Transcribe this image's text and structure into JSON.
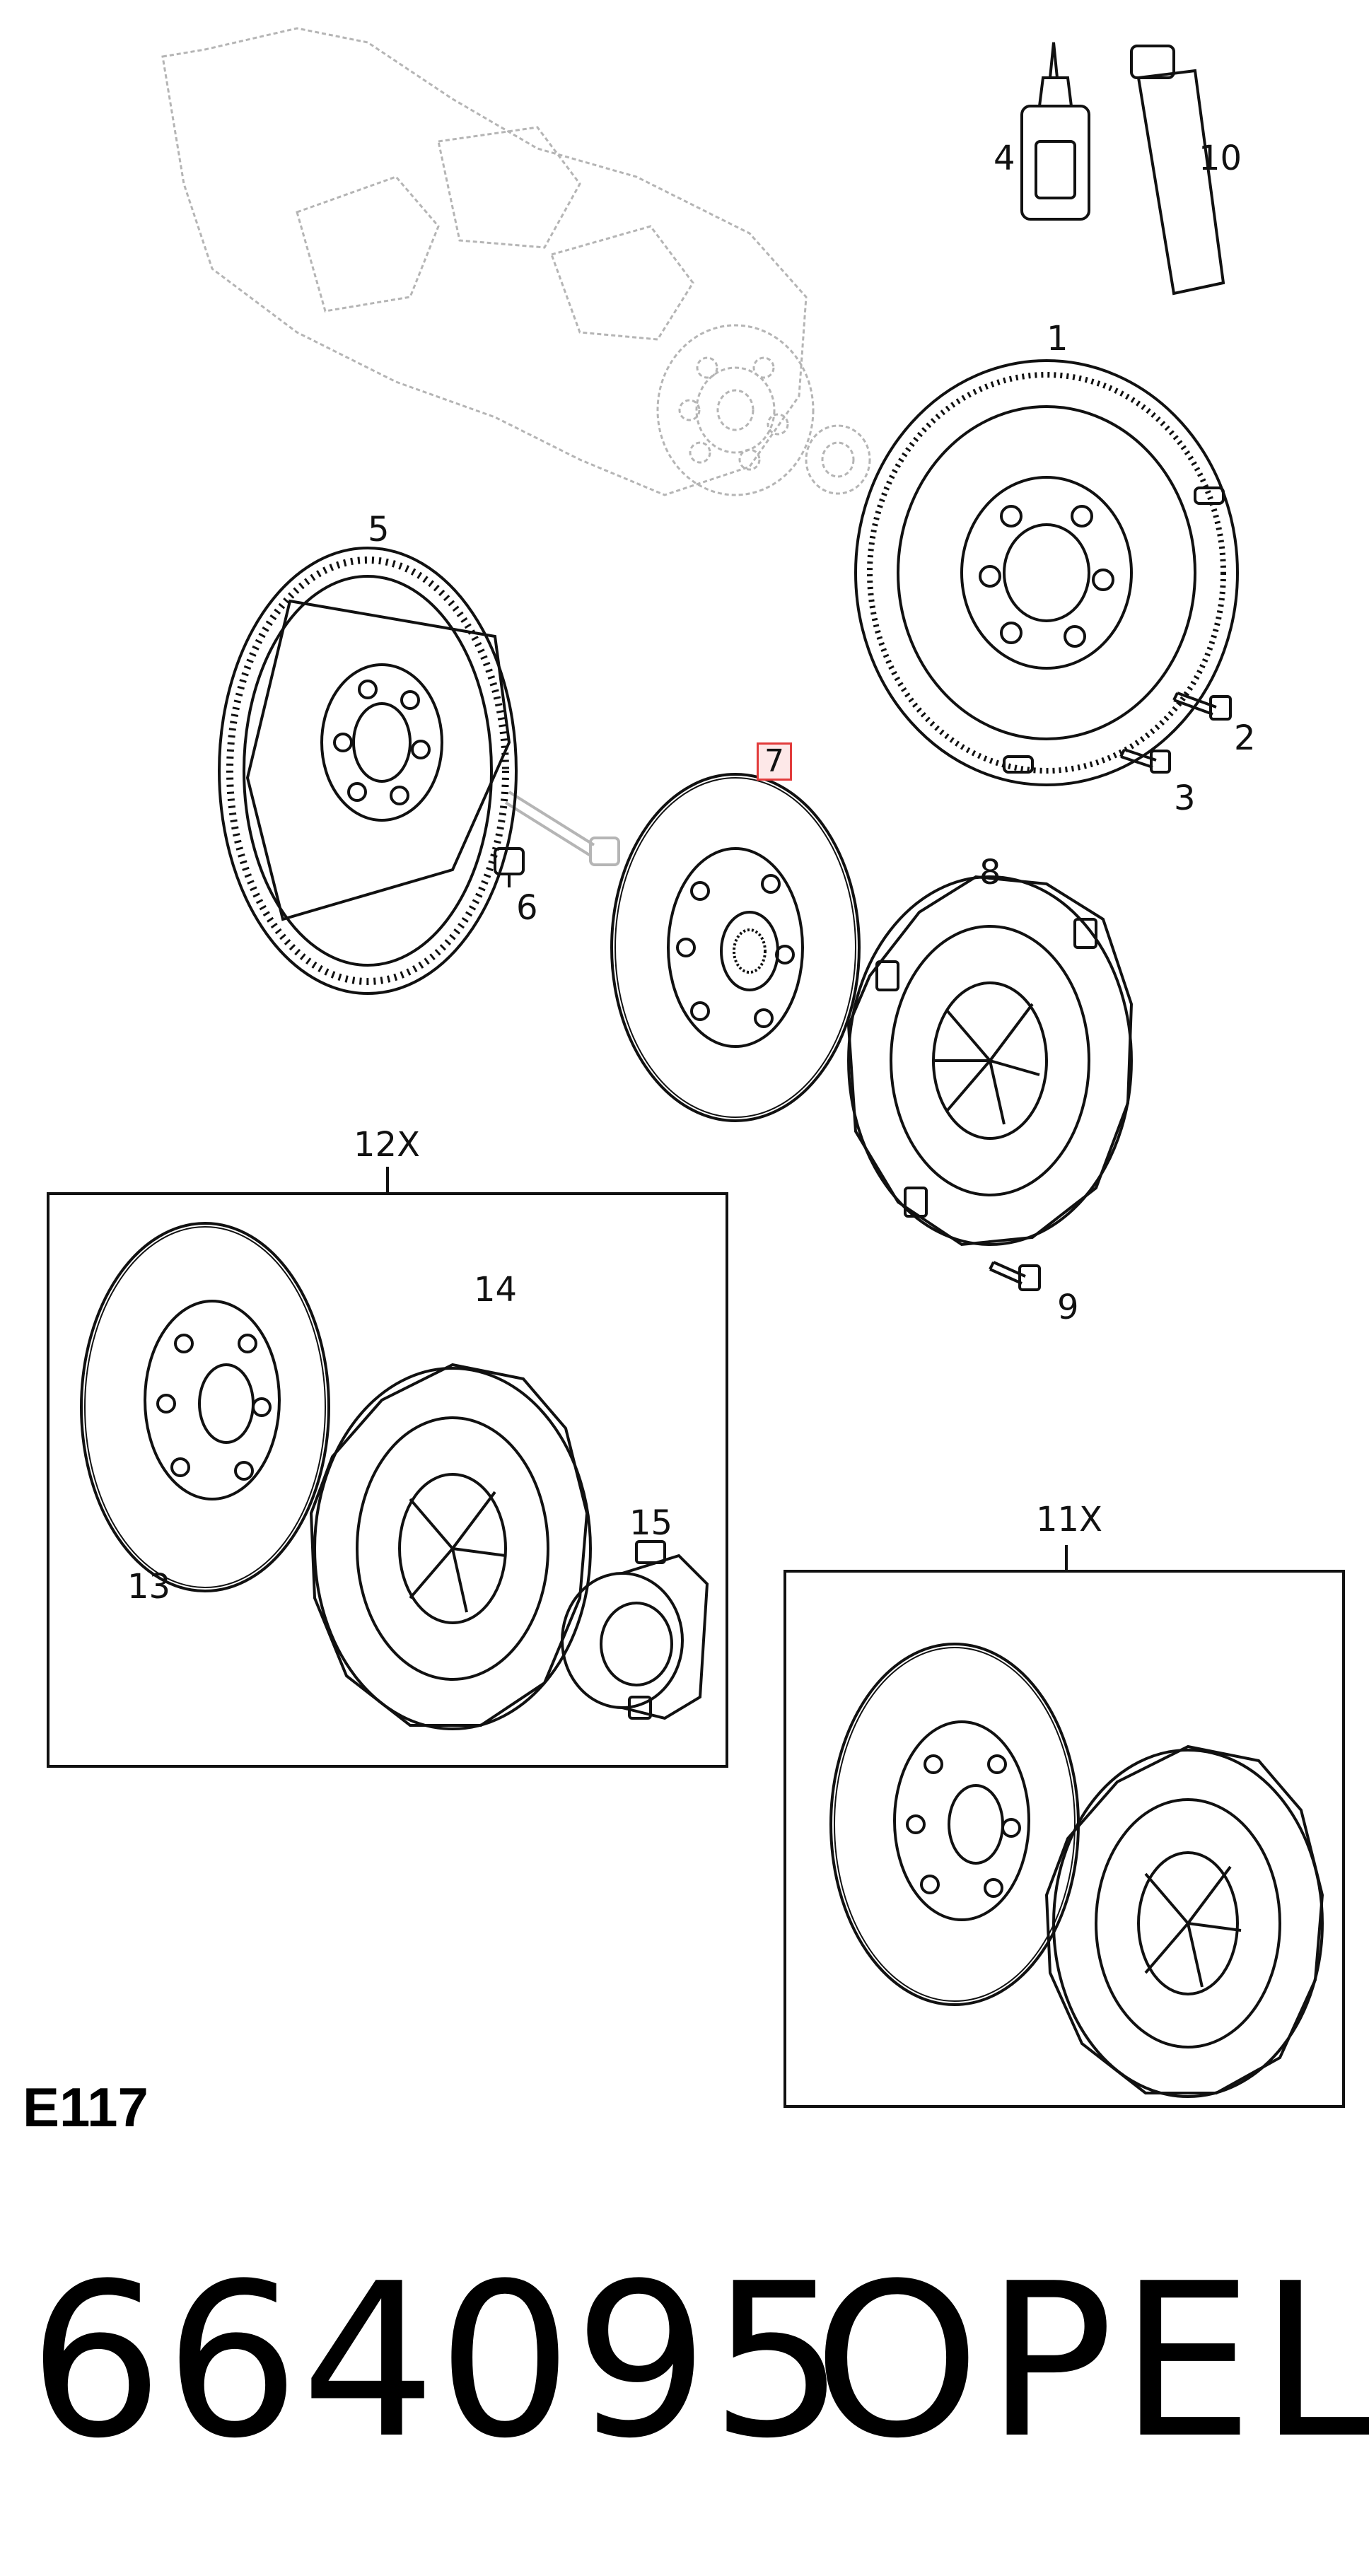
{
  "diagram": {
    "callouts": {
      "c1": "1",
      "c2": "2",
      "c3": "3",
      "c4": "4",
      "c5": "5",
      "c6": "6",
      "c7": "7",
      "c8": "8",
      "c9": "9",
      "c10": "10",
      "c11x": "11X",
      "c12x": "12X",
      "c13": "13",
      "c14": "14",
      "c15": "15"
    },
    "highlighted_callout": "7"
  },
  "footer": {
    "page_code": "E117",
    "part_number": "664095",
    "brand": "OPEL"
  },
  "colors": {
    "line": "#111111",
    "ghost_line": "#b5b5b5",
    "highlight_border": "#e23b3b",
    "highlight_fill": "#fde8e8"
  }
}
